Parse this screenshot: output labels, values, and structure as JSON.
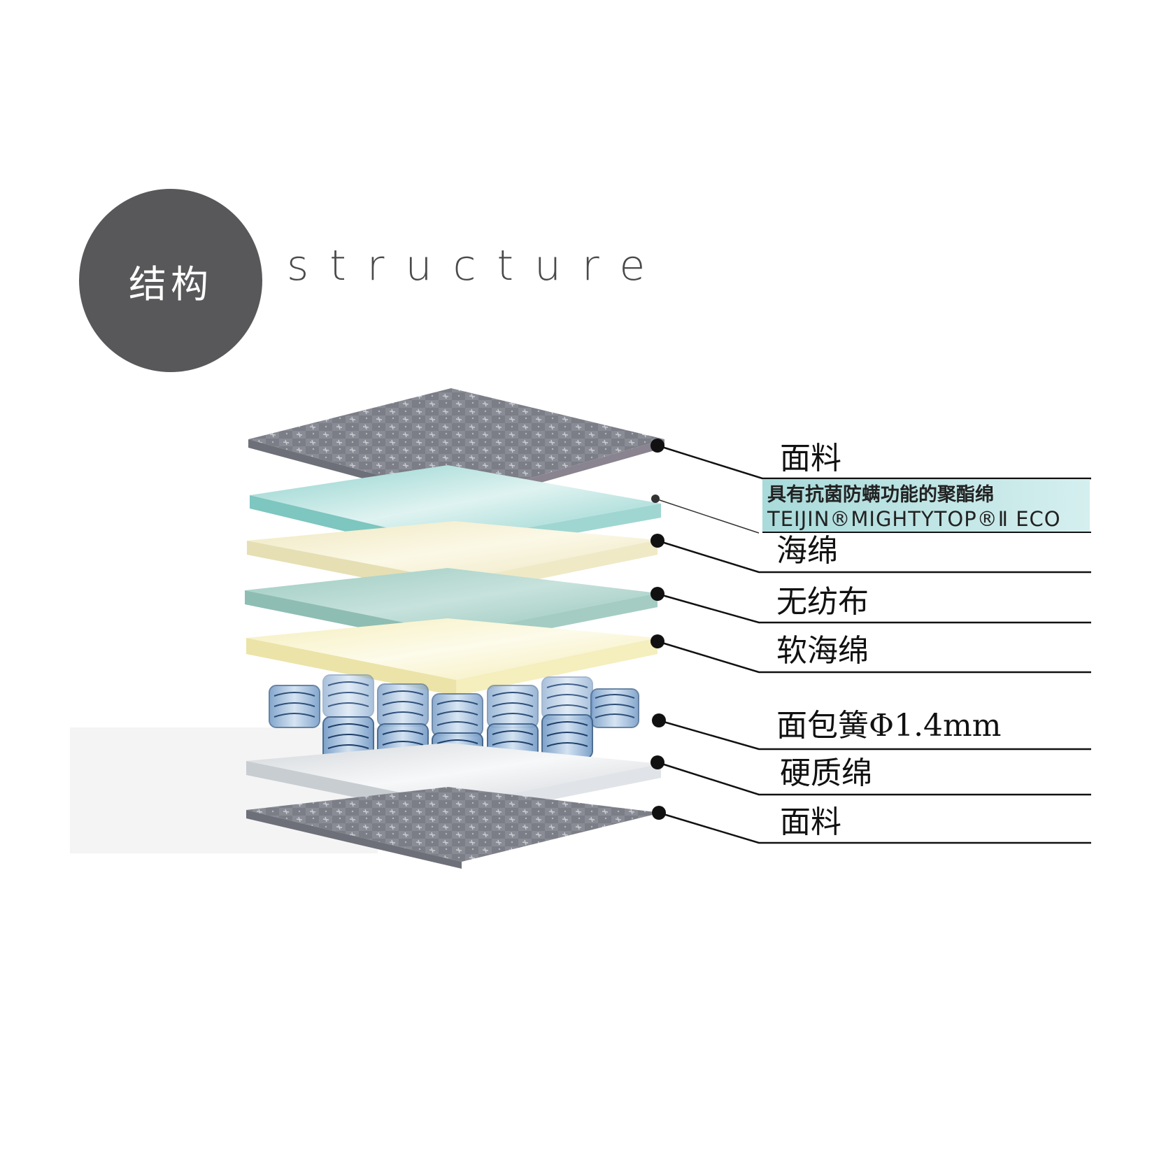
{
  "heading": {
    "badge_text": "结构",
    "title_en": "structure"
  },
  "stray_mark": ")",
  "layers": [
    {
      "label": "面料"
    },
    {
      "label_cn": "具有抗菌防螨功能的聚酯绵",
      "label_en": "TEIJIN®MIGHTYTOP®Ⅱ ECO"
    },
    {
      "label": "海绵"
    },
    {
      "label": "无纺布"
    },
    {
      "label": "软海绵"
    },
    {
      "label": "面包簧Φ1.4mm"
    },
    {
      "label": "硬质绵"
    },
    {
      "label": "面料"
    }
  ],
  "colors": {
    "badge": "#58585a",
    "fabric": "#7d7f88",
    "teal_foam": "#a9ddd9",
    "cream_foam": "#f4efcf",
    "nonwoven": "#a8d1c8",
    "soft_foam": "#f7f1c2",
    "spring": "#8fb2d6",
    "hard_foam": "#e1e4e7",
    "sub_label_bg": "#bfe3e3"
  }
}
